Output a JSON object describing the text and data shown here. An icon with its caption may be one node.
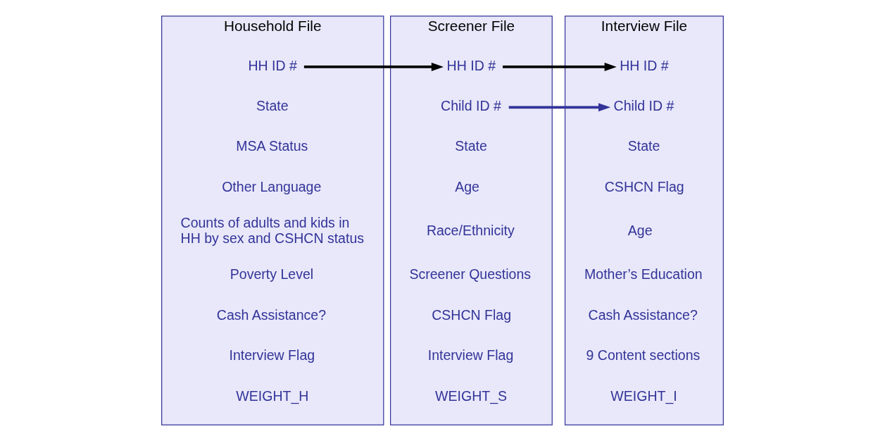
{
  "diagram": {
    "nodes": [
      {
        "text": [
          "Household File"
        ]
      },
      {
        "text": [
          "HH ID #"
        ],
        "in": 0
      },
      {
        "text": [
          "State"
        ],
        "in": 0
      },
      {
        "text": [
          "MSA Status"
        ],
        "in": 0
      },
      {
        "text": [
          "Other Language"
        ],
        "in": 0
      },
      {
        "text": [
          "Counts of adults and kids in HH by sex and CSHCN status"
        ],
        "in": 0
      },
      {
        "text": [
          "Poverty Level"
        ],
        "in": 0
      },
      {
        "text": [
          "Cash Assistance?"
        ],
        "in": 0
      },
      {
        "text": [
          "Interview Flag"
        ],
        "in": 0
      },
      {
        "text": [
          "WEIGHT_H"
        ],
        "in": 0
      },
      {
        "text": [
          "Screener File"
        ]
      },
      {
        "text": [
          "HH ID #"
        ],
        "in": 10
      },
      {
        "text": [
          "Child ID #"
        ],
        "in": 10
      },
      {
        "text": [
          "State"
        ],
        "in": 10
      },
      {
        "text": [
          "Age"
        ],
        "in": 10
      },
      {
        "text": [
          "Race/Ethnicity"
        ],
        "in": 10
      },
      {
        "text": [
          "Screener Questions"
        ],
        "in": 10
      },
      {
        "text": [
          "CSHCN Flag"
        ],
        "in": 10
      },
      {
        "text": [
          "Interview Flag"
        ],
        "in": 10
      },
      {
        "text": [
          "WEIGHT_S"
        ],
        "in": 10
      },
      {
        "text": [
          "Interview File"
        ]
      },
      {
        "text": [
          "HH ID #"
        ],
        "in": 20
      },
      {
        "text": [
          "Child ID #"
        ],
        "in": 20
      },
      {
        "text": [
          "State"
        ],
        "in": 20
      },
      {
        "text": [
          "CSHCN Flag"
        ],
        "in": 20
      },
      {
        "text": [
          "Age"
        ],
        "in": 20
      },
      {
        "text": [
          "Mother’s Education"
        ],
        "in": 20
      },
      {
        "text": [
          "Cash Assistance?"
        ],
        "in": 20
      },
      {
        "text": [
          "9 Content sections"
        ],
        "in": 20
      },
      {
        "text": [
          "WEIGHT_I"
        ],
        "in": 20
      }
    ],
    "edges": [
      {
        "from": 1,
        "to": 11,
        "arrow": "to"
      },
      {
        "from": 11,
        "to": 21,
        "arrow": "to"
      },
      {
        "from": 12,
        "to": 22,
        "arrow": "to",
        "color": "#333399"
      }
    ]
  }
}
